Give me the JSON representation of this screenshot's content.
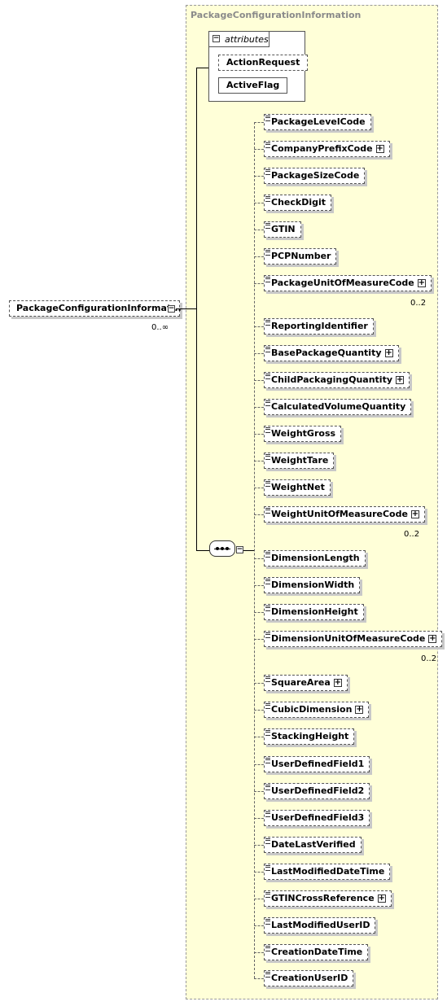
{
  "container": {
    "title": "PackageConfigurationInformation"
  },
  "root": {
    "label": "PackageConfigurationInformat...",
    "multiplicity": "0..∞"
  },
  "attributes": {
    "label": "attributes",
    "items": [
      {
        "name": "ActionRequest",
        "optional": true
      },
      {
        "name": "ActiveFlag",
        "optional": false
      }
    ]
  },
  "sequence": {
    "icon": "sequence-compositor-icon"
  },
  "elements": [
    {
      "name": "PackageLevelCode",
      "expandable": false,
      "multiplicity": ""
    },
    {
      "name": "CompanyPrefixCode",
      "expandable": true,
      "multiplicity": ""
    },
    {
      "name": "PackageSizeCode",
      "expandable": false,
      "multiplicity": ""
    },
    {
      "name": "CheckDigit",
      "expandable": false,
      "multiplicity": ""
    },
    {
      "name": "GTIN",
      "expandable": false,
      "multiplicity": ""
    },
    {
      "name": "PCPNumber",
      "expandable": false,
      "multiplicity": ""
    },
    {
      "name": "PackageUnitOfMeasureCode",
      "expandable": true,
      "multiplicity": "0..2"
    },
    {
      "name": "ReportingIdentifier",
      "expandable": false,
      "multiplicity": ""
    },
    {
      "name": "BasePackageQuantity",
      "expandable": true,
      "multiplicity": ""
    },
    {
      "name": "ChildPackagingQuantity",
      "expandable": true,
      "multiplicity": ""
    },
    {
      "name": "CalculatedVolumeQuantity",
      "expandable": false,
      "multiplicity": ""
    },
    {
      "name": "WeightGross",
      "expandable": false,
      "multiplicity": ""
    },
    {
      "name": "WeightTare",
      "expandable": false,
      "multiplicity": ""
    },
    {
      "name": "WeightNet",
      "expandable": false,
      "multiplicity": ""
    },
    {
      "name": "WeightUnitOfMeasureCode",
      "expandable": true,
      "multiplicity": "0..2"
    },
    {
      "name": "DimensionLength",
      "expandable": false,
      "multiplicity": ""
    },
    {
      "name": "DimensionWidth",
      "expandable": false,
      "multiplicity": ""
    },
    {
      "name": "DimensionHeight",
      "expandable": false,
      "multiplicity": ""
    },
    {
      "name": "DimensionUnitOfMeasureCode",
      "expandable": true,
      "multiplicity": "0..2"
    },
    {
      "name": "SquareArea",
      "expandable": true,
      "multiplicity": ""
    },
    {
      "name": "CubicDimension",
      "expandable": true,
      "multiplicity": ""
    },
    {
      "name": "StackingHeight",
      "expandable": false,
      "multiplicity": ""
    },
    {
      "name": "UserDefinedField1",
      "expandable": false,
      "multiplicity": ""
    },
    {
      "name": "UserDefinedField2",
      "expandable": false,
      "multiplicity": ""
    },
    {
      "name": "UserDefinedField3",
      "expandable": false,
      "multiplicity": ""
    },
    {
      "name": "DateLastVerified",
      "expandable": false,
      "multiplicity": ""
    },
    {
      "name": "LastModifiedDateTime",
      "expandable": false,
      "multiplicity": ""
    },
    {
      "name": "GTINCrossReference",
      "expandable": true,
      "multiplicity": ""
    },
    {
      "name": "LastModifiedUserID",
      "expandable": false,
      "multiplicity": ""
    },
    {
      "name": "CreationDateTime",
      "expandable": false,
      "multiplicity": ""
    },
    {
      "name": "CreationUserID",
      "expandable": false,
      "multiplicity": ""
    }
  ]
}
